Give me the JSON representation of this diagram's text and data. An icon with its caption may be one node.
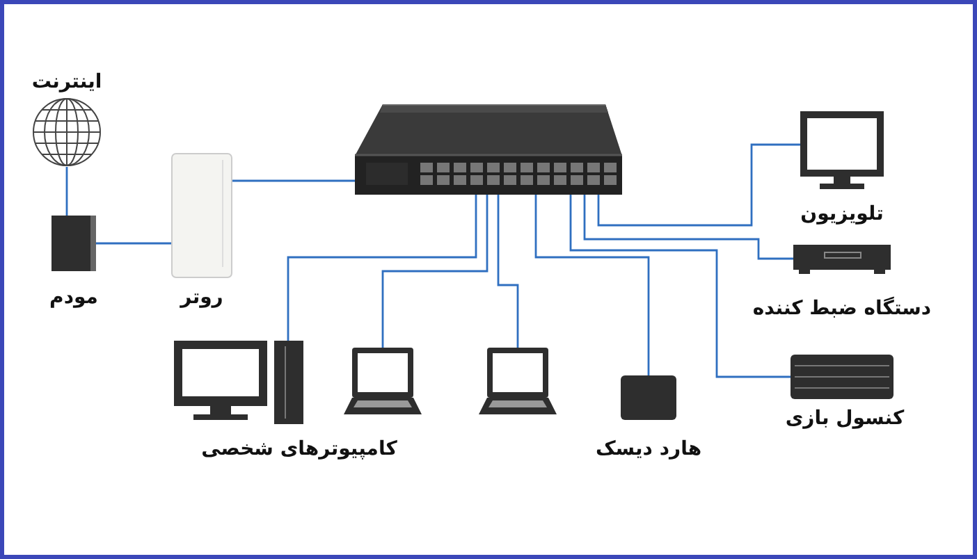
{
  "diagram": {
    "nodes": [
      {
        "text": [],
        "shape": "picture",
        "beside": [
          "اینترنت"
        ]
      },
      {
        "text": [],
        "shape": "picture",
        "beside": [
          "مودم"
        ]
      },
      {
        "text": [],
        "shape": "picture",
        "beside": [
          "روتر"
        ]
      },
      {
        "text": [],
        "shape": "picture"
      },
      {
        "text": [],
        "shape": "picture"
      },
      {
        "text": [],
        "shape": "picture"
      },
      {
        "text": [],
        "shape": "picture"
      },
      {
        "text": [],
        "shape": "box",
        "beside": [
          "هارد دیسک"
        ]
      },
      {
        "text": [],
        "shape": "picture",
        "beside": [
          "تلویزیون"
        ]
      },
      {
        "text": [],
        "shape": "picture",
        "beside": [
          "دستگاه ضبط کننده"
        ]
      },
      {
        "text": [],
        "shape": "picture",
        "beside": [
          "کنسول بازی"
        ]
      }
    ],
    "edges": [
      {
        "from": 0,
        "to": 1,
        "arrow": "none"
      },
      {
        "from": 1,
        "to": 2,
        "arrow": "none"
      },
      {
        "from": 2,
        "to": 3,
        "arrow": "none"
      },
      {
        "from": 3,
        "to": 4,
        "arrow": "none"
      },
      {
        "from": 3,
        "to": 5,
        "arrow": "none"
      },
      {
        "from": 3,
        "to": 6,
        "arrow": "none"
      },
      {
        "from": 3,
        "to": 7,
        "arrow": "none"
      },
      {
        "from": 3,
        "to": 8,
        "arrow": "none"
      },
      {
        "from": 3,
        "to": 9,
        "arrow": "none"
      },
      {
        "from": 3,
        "to": 10,
        "arrow": "none"
      }
    ],
    "labels": [
      "کامپیوترهای شخصی"
    ]
  }
}
